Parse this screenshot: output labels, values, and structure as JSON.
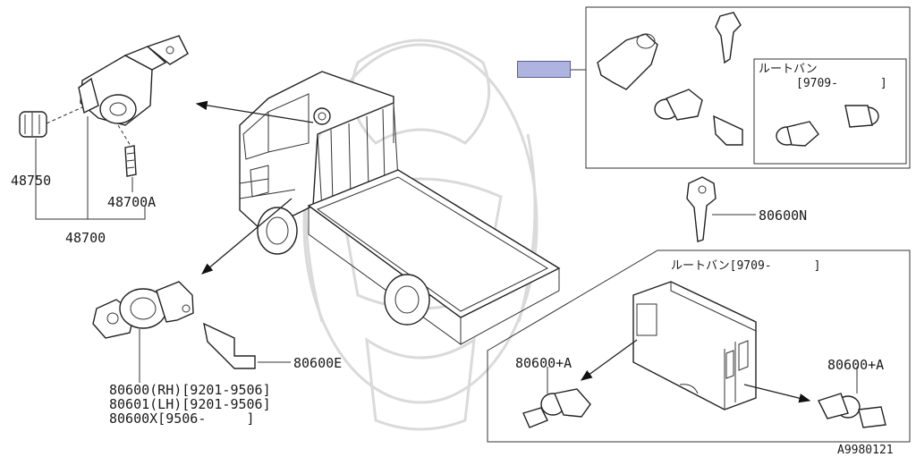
{
  "diagram": {
    "code": "A9980121",
    "labels": {
      "p48750": "48750",
      "p48700a": "48700A",
      "p48700": "48700",
      "p80600n": "80600N",
      "p80600e": "80600E",
      "p80600rh": "80600(RH)[9201-9506]",
      "p80601lh": "80601(LH)[9201-9506]",
      "p80600x": "80600X[9506-     ]",
      "p80600a_left": "80600+A",
      "p80600a_right": "80600+A"
    },
    "inset_top": {
      "route_van_title": "ルートバン",
      "route_van_range": "[9709-      ]"
    },
    "inset_bottom": {
      "route_van_caption": "ルートバン[9709-      ]"
    },
    "colors": {
      "highlight_swatch": "#aeb4df",
      "line": "#222222",
      "watermark": "#d6d6d6"
    }
  }
}
